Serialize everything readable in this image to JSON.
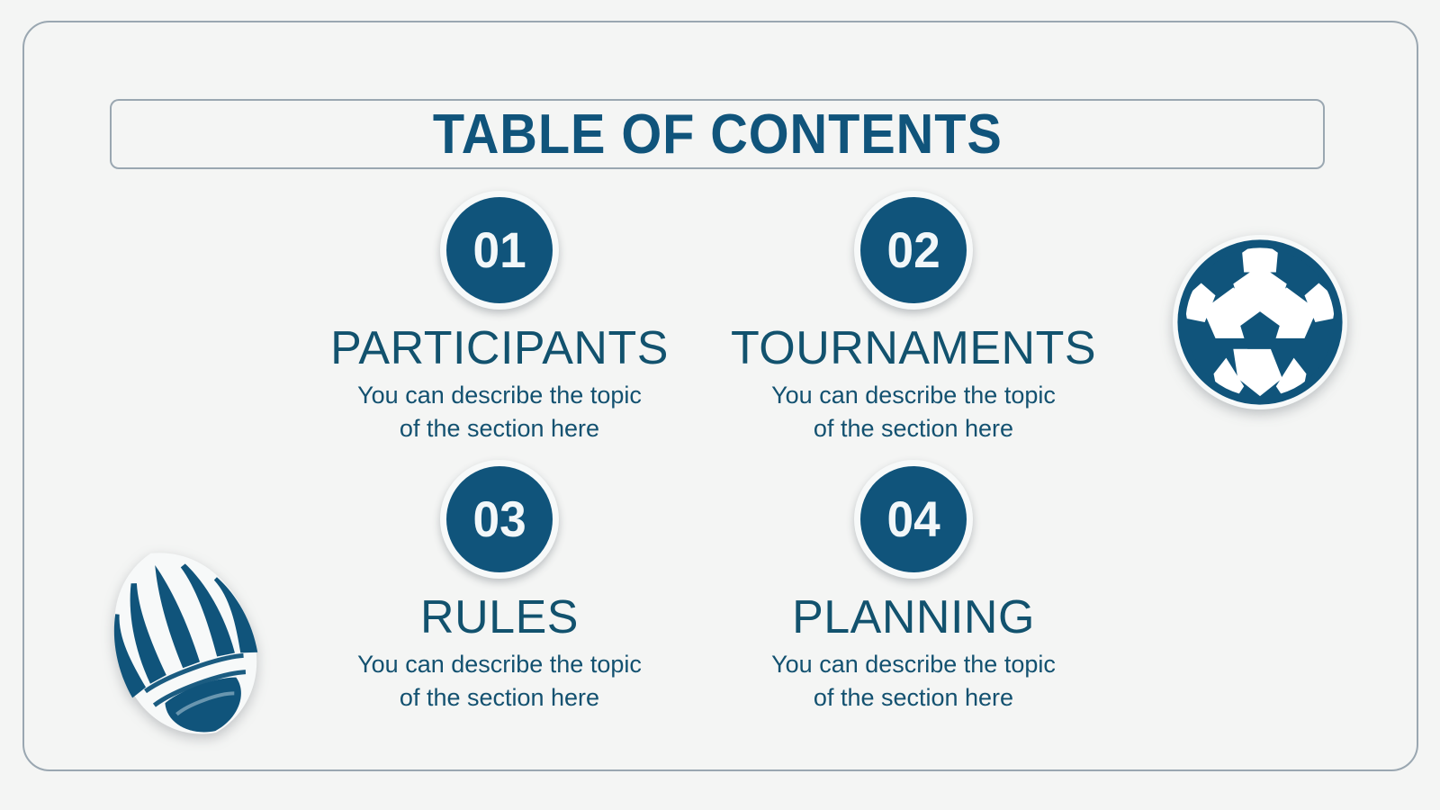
{
  "slide": {
    "title": "TABLE OF CONTENTS",
    "background_color": "#f4f5f4",
    "accent_color": "#10547b",
    "frame_border_color": "#9aa7b1"
  },
  "items": [
    {
      "number": "01",
      "title": "PARTICIPANTS",
      "desc_line1": "You can describe the topic",
      "desc_line2": "of the section here"
    },
    {
      "number": "02",
      "title": "TOURNAMENTS",
      "desc_line1": "You can describe the topic",
      "desc_line2": "of the section here"
    },
    {
      "number": "03",
      "title": "RULES",
      "desc_line1": "You can describe the topic",
      "desc_line2": "of the section here"
    },
    {
      "number": "04",
      "title": "PLANNING",
      "desc_line1": "You can describe the topic",
      "desc_line2": "of the section here"
    }
  ],
  "decorations": [
    {
      "icon": "soccer-ball-icon",
      "color": "#10547b"
    },
    {
      "icon": "shuttlecock-icon",
      "color": "#10547b"
    }
  ]
}
